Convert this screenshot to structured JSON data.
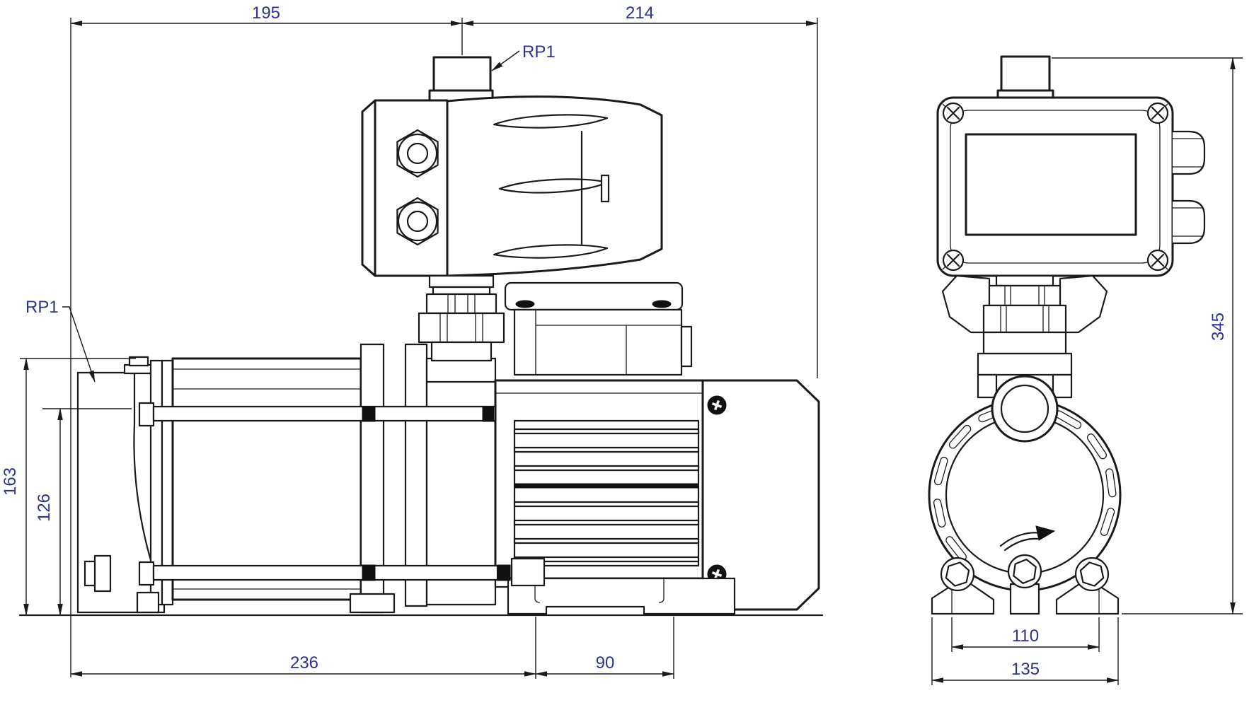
{
  "drawing": {
    "description": "Two-view technical dimension drawing of a horizontal multistage booster pump with pressure-control unit",
    "background_color": "#ffffff",
    "line_color": "#1a1a1a",
    "dimension_color": "#2e3192"
  },
  "side_view": {
    "port_label_top": "RP1",
    "port_label_left": "RP1",
    "dim_top_left": "195",
    "dim_top_right": "214",
    "dim_height_total": "163",
    "dim_height_port": "126",
    "dim_base_pump": "236",
    "dim_base_motor": "90"
  },
  "front_view": {
    "dim_height_total": "345",
    "dim_foot_holes": "110",
    "dim_foot_width": "135"
  }
}
